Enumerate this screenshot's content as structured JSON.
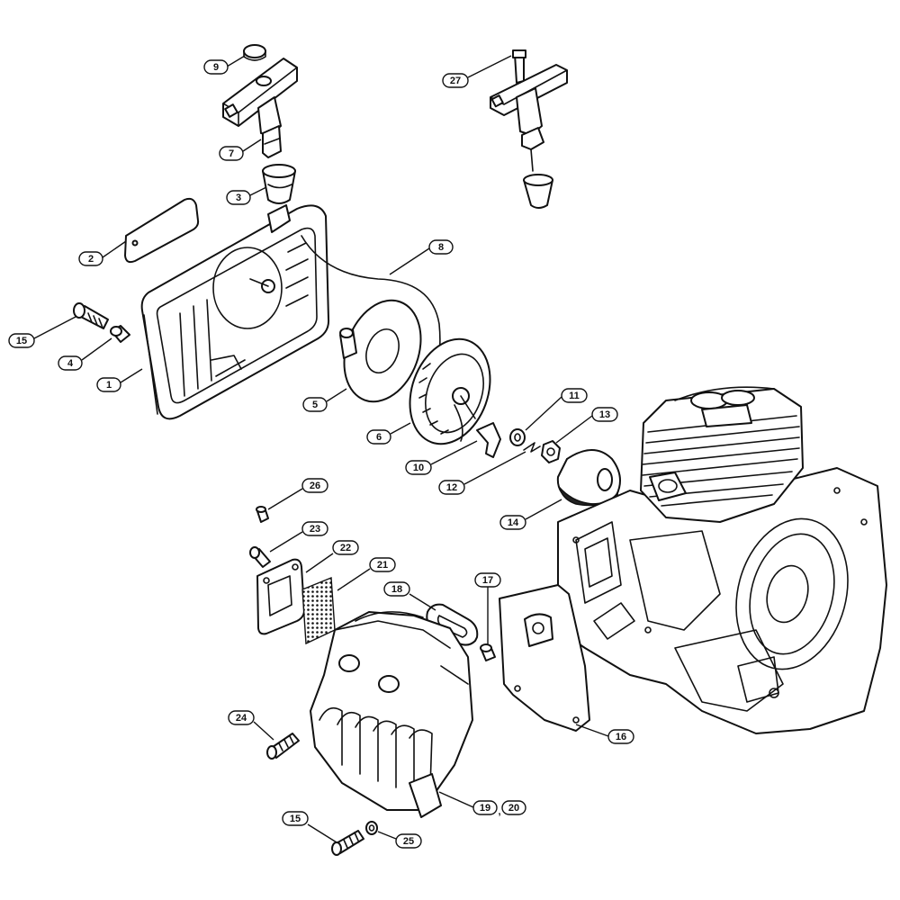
{
  "callouts": [
    {
      "id": "c1",
      "label": "1"
    },
    {
      "id": "c2",
      "label": "2"
    },
    {
      "id": "c3",
      "label": "3"
    },
    {
      "id": "c4",
      "label": "4"
    },
    {
      "id": "c5",
      "label": "5"
    },
    {
      "id": "c6",
      "label": "6"
    },
    {
      "id": "c7",
      "label": "7"
    },
    {
      "id": "c8",
      "label": "8"
    },
    {
      "id": "c9",
      "label": "9"
    },
    {
      "id": "c10",
      "label": "10"
    },
    {
      "id": "c11",
      "label": "11"
    },
    {
      "id": "c12",
      "label": "12"
    },
    {
      "id": "c13",
      "label": "13"
    },
    {
      "id": "c14",
      "label": "14"
    },
    {
      "id": "c15a",
      "label": "15"
    },
    {
      "id": "c15b",
      "label": "15"
    },
    {
      "id": "c16",
      "label": "16"
    },
    {
      "id": "c17",
      "label": "17"
    },
    {
      "id": "c18",
      "label": "18"
    },
    {
      "id": "c19",
      "label": "19"
    },
    {
      "id": "c20",
      "label": "20"
    },
    {
      "id": "c21",
      "label": "21"
    },
    {
      "id": "c22",
      "label": "22"
    },
    {
      "id": "c23",
      "label": "23"
    },
    {
      "id": "c24",
      "label": "24"
    },
    {
      "id": "c25",
      "label": "25"
    },
    {
      "id": "c26",
      "label": "26"
    },
    {
      "id": "c27",
      "label": "27"
    }
  ],
  "callout_separator": ","
}
